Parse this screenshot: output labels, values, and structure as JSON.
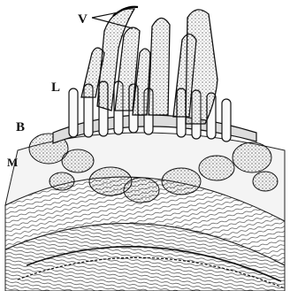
{
  "labels": {
    "villi": "V",
    "lieberkuhn_crypts": "L",
    "brunner_glands": "B",
    "muscularis": "M"
  },
  "colors": {
    "ink": "#111111",
    "paper": "#ffffff"
  }
}
